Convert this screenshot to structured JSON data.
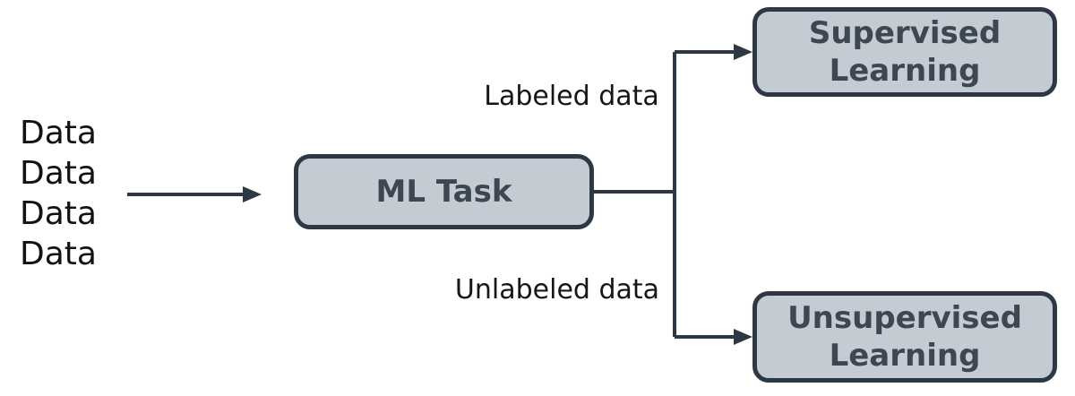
{
  "diagram": {
    "source": {
      "lines": [
        "Data",
        "Data",
        "Data",
        "Data"
      ]
    },
    "nodes": {
      "ml_task": {
        "label": "ML Task"
      },
      "supervised": {
        "label": "Supervised Learning"
      },
      "unsupervised": {
        "label": "Unsupervised Learning"
      }
    },
    "edge_labels": {
      "top": "Labeled data",
      "bottom": "Unlabeled data"
    },
    "colors": {
      "background": "#ffffff",
      "node_fill": "#c4cbd3",
      "node_border": "#2d3844",
      "node_text": "#3d4754",
      "connector": "#2d3844",
      "label_text": "#161616"
    }
  }
}
